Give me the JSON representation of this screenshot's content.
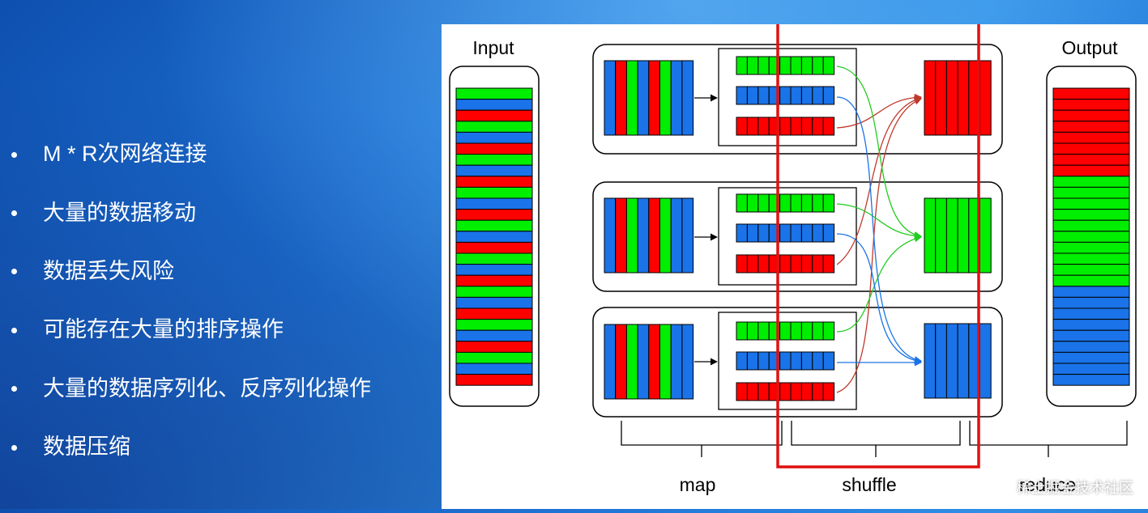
{
  "bullets": [
    "M * R次网络连接",
    "大量的数据移动",
    "数据丢失风险",
    "可能存在大量的排序操作",
    "大量的数据序列化、反序列化操作",
    "数据压缩"
  ],
  "diagram": {
    "input_label": "Input",
    "output_label": "Output",
    "stage_labels": {
      "map": "map",
      "shuffle": "shuffle",
      "reduce": "reduce"
    },
    "colors": {
      "red": "#ff0000",
      "green": "#00ee00",
      "blue": "#1a73e8",
      "highlight": "#e01010"
    }
  },
  "footer_brand": "稀土掘金技术社区"
}
